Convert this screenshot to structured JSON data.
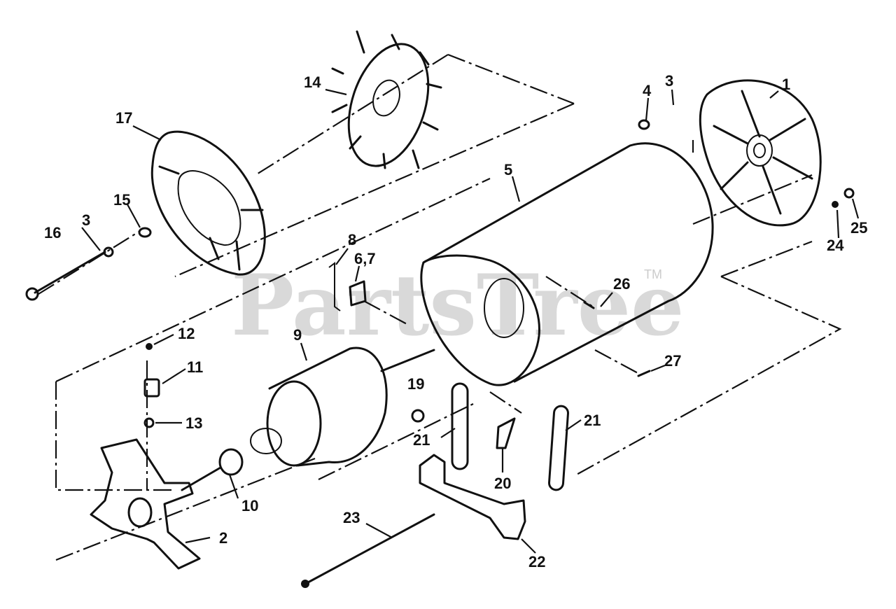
{
  "watermark": {
    "brand": "PartsTree",
    "trademark": "TM"
  },
  "callouts": {
    "c1": "1",
    "c2": "2",
    "c3a": "3",
    "c3b": "3",
    "c4": "4",
    "c5": "5",
    "c67": "6,7",
    "c8": "8",
    "c9": "9",
    "c10": "10",
    "c11": "11",
    "c12": "12",
    "c13": "13",
    "c14": "14",
    "c15": "15",
    "c16": "16",
    "c17": "17",
    "c19": "19",
    "c20": "20",
    "c21a": "21",
    "c21b": "21",
    "c22": "22",
    "c23": "23",
    "c24": "24",
    "c25": "25",
    "c26": "26",
    "c27": "27"
  }
}
